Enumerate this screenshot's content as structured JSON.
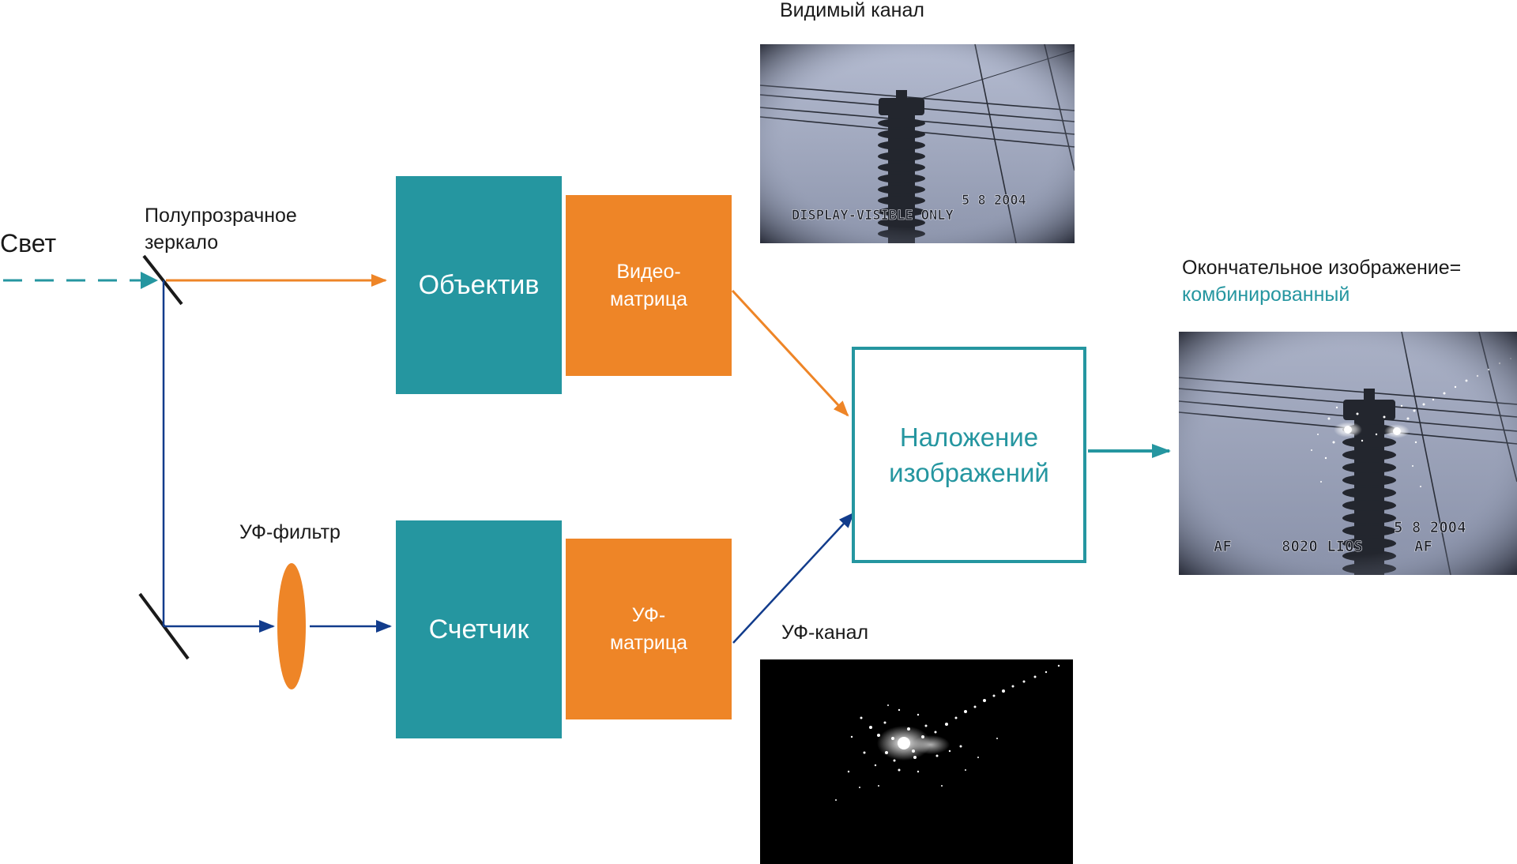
{
  "labels": {
    "light": "Свет",
    "half_mirror_1": "Полупрозрачное",
    "half_mirror_2": "зеркало",
    "uv_filter": "УФ-фильтр",
    "visible_channel": "Видимый канал",
    "uv_channel": "УФ-канал",
    "final_image_1": "Окончательное изображение=",
    "final_image_2": "комбинированный"
  },
  "blocks": {
    "lens": "Объектив",
    "video_matrix_1": "Видео-",
    "video_matrix_2": "матрица",
    "counter": "Счетчик",
    "uv_matrix_1": "УФ-",
    "uv_matrix_2": "матрица",
    "overlay_1": "Наложение",
    "overlay_2": "изображений"
  },
  "photo_overlays": {
    "visible_date": "5 8 2004",
    "visible_caption": "DISPLAY-VISIBLE ONLY",
    "combined_date": "5 8 2004",
    "combined_af_left": "AF",
    "combined_code": "8020 LIOS",
    "combined_af_right": "AF"
  },
  "colors": {
    "teal": "#2596a0",
    "orange": "#ee8527",
    "navy": "#123c8c",
    "mirror": "#1a1a1a"
  }
}
